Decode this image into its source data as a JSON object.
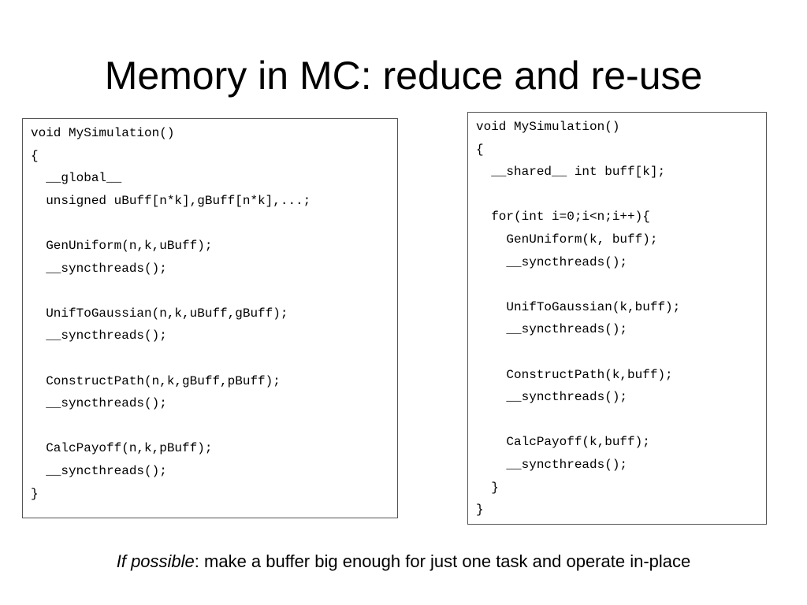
{
  "slide": {
    "title": "Memory in MC: reduce and re-use"
  },
  "left_code": {
    "lines": [
      "void MySimulation()",
      "{",
      "  __global__",
      "  unsigned uBuff[n*k],gBuff[n*k],...;",
      "",
      "  GenUniform(n,k,uBuff);",
      "  __syncthreads();",
      "",
      "  UnifToGaussian(n,k,uBuff,gBuff);",
      "  __syncthreads();",
      "",
      "  ConstructPath(n,k,gBuff,pBuff);",
      "  __syncthreads();",
      "",
      "  CalcPayoff(n,k,pBuff);",
      "  __syncthreads();",
      "}"
    ]
  },
  "right_code": {
    "lines": [
      "void MySimulation()",
      "{",
      "  __shared__ int buff[k];",
      "",
      "  for(int i=0;i<n;i++){",
      "    GenUniform(k, buff);",
      "    __syncthreads();",
      "",
      "    UnifToGaussian(k,buff);",
      "    __syncthreads();",
      "",
      "    ConstructPath(k,buff);",
      "    __syncthreads();",
      "",
      "    CalcPayoff(k,buff);",
      "    __syncthreads();",
      "  }",
      "}"
    ]
  },
  "caption": {
    "emphasis": "If possible",
    "text": ": make a buffer big enough for just one task and operate in-place"
  }
}
